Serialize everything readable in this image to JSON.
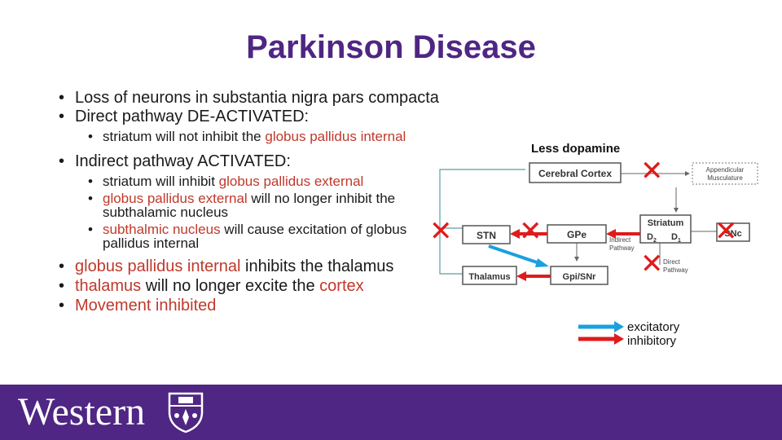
{
  "slide": {
    "title": "Parkinson Disease"
  },
  "bullets": {
    "b1": "Loss of neurons in substantia nigra pars compacta",
    "b2": "Direct pathway DE-ACTIVATED:",
    "b2a_1": "striatum will not inhibit the ",
    "b2a_2": "globus pallidus internal",
    "b3": "Indirect pathway ACTIVATED:",
    "b3a_1": "striatum will inhibit ",
    "b3a_2": "globus pallidus external",
    "b3b_1": "globus pallidus external",
    "b3b_2": " will no longer inhibit the subthalamic nucleus",
    "b3c_1": "subthalmic nucleus",
    "b3c_2": " will cause excitation of globus pallidus internal",
    "b4_1": "globus pallidus internal",
    "b4_2": " inhibits the thalamus",
    "b5_1": "thalamus",
    "b5_2": " will no longer excite the ",
    "b5_3": "cortex",
    "b6": "Movement inhibited"
  },
  "diagram": {
    "less_dopamine": "Less dopamine",
    "cortex": "Cerebral Cortex",
    "appendicular": "Appendicular Musculature",
    "stn": "STN",
    "gpe": "GPe",
    "thalamus": "Thalamus",
    "gpi": "Gpi/SNr",
    "striatum": "Striatum",
    "d2": "D",
    "d2_sub": "2",
    "d1": "D",
    "d1_sub": "1",
    "snc": "SNc",
    "indirect": "Indirect Pathway",
    "direct": "Direct Pathway",
    "x_mark": "✕"
  },
  "legend": {
    "excitatory": "excitatory",
    "inhibitory": "inhibitory",
    "excitatory_color": "#1aa0e0",
    "inhibitory_color": "#e01b1b"
  },
  "footer": {
    "logo_text": "Western",
    "background": "#4f2683"
  }
}
